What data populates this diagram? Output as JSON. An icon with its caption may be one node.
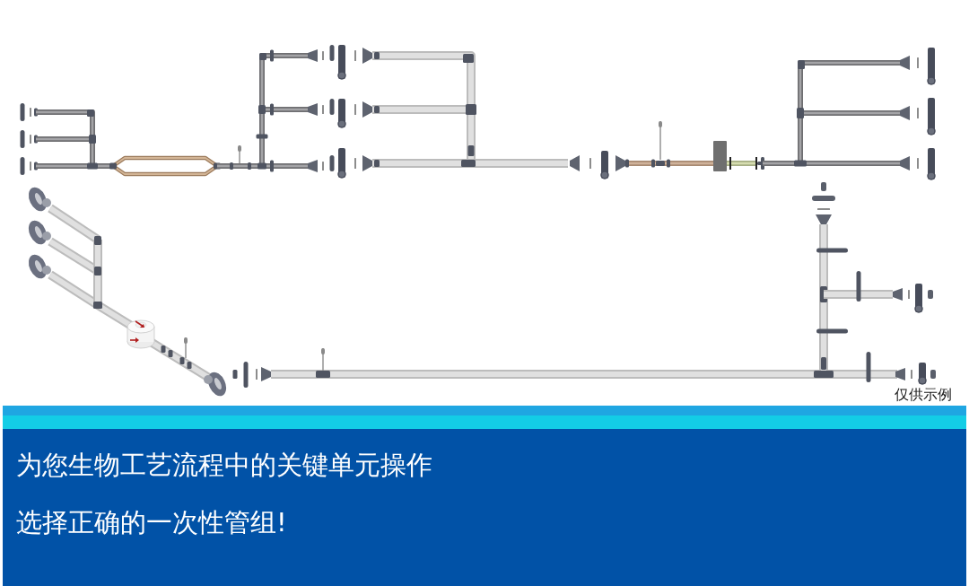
{
  "diagram": {
    "labels": [
      "仅供示例",
      "为您生物工艺流程中的关键单元操作",
      "选择正确的一次性管组!"
    ]
  }
}
